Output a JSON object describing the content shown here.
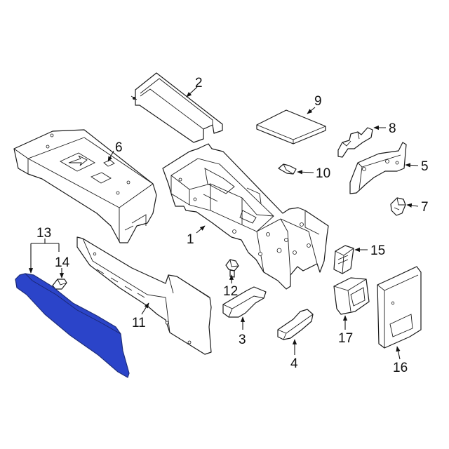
{
  "highlight_color": "#2b44c9",
  "callouts": [
    {
      "id": "c1",
      "label": "1"
    },
    {
      "id": "c2",
      "label": "2"
    },
    {
      "id": "c3",
      "label": "3"
    },
    {
      "id": "c4",
      "label": "4"
    },
    {
      "id": "c5",
      "label": "5"
    },
    {
      "id": "c6",
      "label": "6"
    },
    {
      "id": "c7",
      "label": "7"
    },
    {
      "id": "c8",
      "label": "8"
    },
    {
      "id": "c9",
      "label": "9"
    },
    {
      "id": "c10",
      "label": "10"
    },
    {
      "id": "c11",
      "label": "11"
    },
    {
      "id": "c12",
      "label": "12"
    },
    {
      "id": "c13",
      "label": "13"
    },
    {
      "id": "c14",
      "label": "14"
    },
    {
      "id": "c15",
      "label": "15"
    },
    {
      "id": "c16",
      "label": "16"
    },
    {
      "id": "c17",
      "label": "17"
    }
  ]
}
